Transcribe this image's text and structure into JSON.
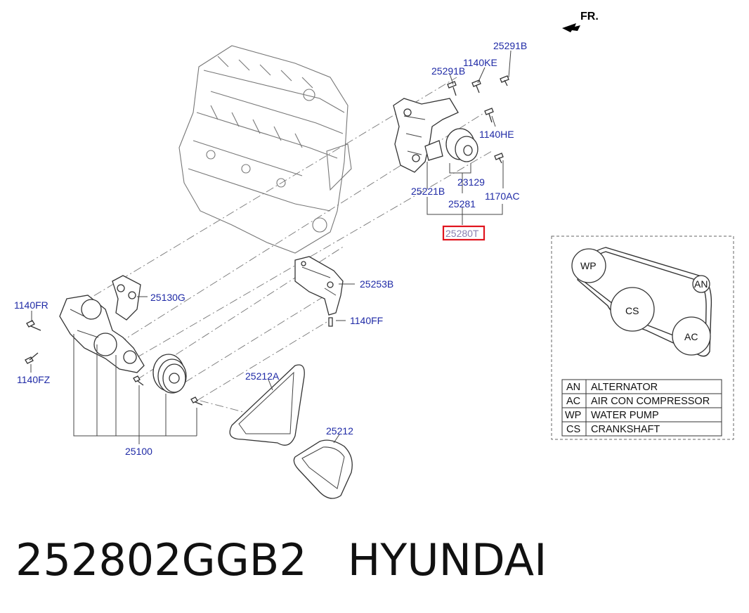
{
  "direction": {
    "label": "FR."
  },
  "parts": {
    "p_25291B_a": "25291B",
    "p_25291B_b": "25291B",
    "p_1140KE": "1140KE",
    "p_1140HE": "1140HE",
    "p_23129": "23129",
    "p_25221B": "25221B",
    "p_1170AC": "1170AC",
    "p_25281": "25281",
    "p_25280T": "25280T",
    "p_25253B": "25253B",
    "p_1140FF": "1140FF",
    "p_25130G": "25130G",
    "p_1140FR": "1140FR",
    "p_1140FZ": "1140FZ",
    "p_25100": "25100",
    "p_25212A": "25212A",
    "p_25212": "25212"
  },
  "belt_layout": {
    "pulleys": [
      "WP",
      "AN",
      "CS",
      "AC"
    ],
    "legend": [
      {
        "code": "AN",
        "name": "ALTERNATOR"
      },
      {
        "code": "AC",
        "name": "AIR CON COMPRESSOR"
      },
      {
        "code": "WP",
        "name": "WATER PUMP"
      },
      {
        "code": "CS",
        "name": "CRANKSHAFT"
      }
    ]
  },
  "footer": {
    "part_number": "252802GGB2",
    "brand": "HYUNDAI"
  },
  "colors": {
    "label": "#1f2aa6",
    "highlight": "#e0141e"
  }
}
